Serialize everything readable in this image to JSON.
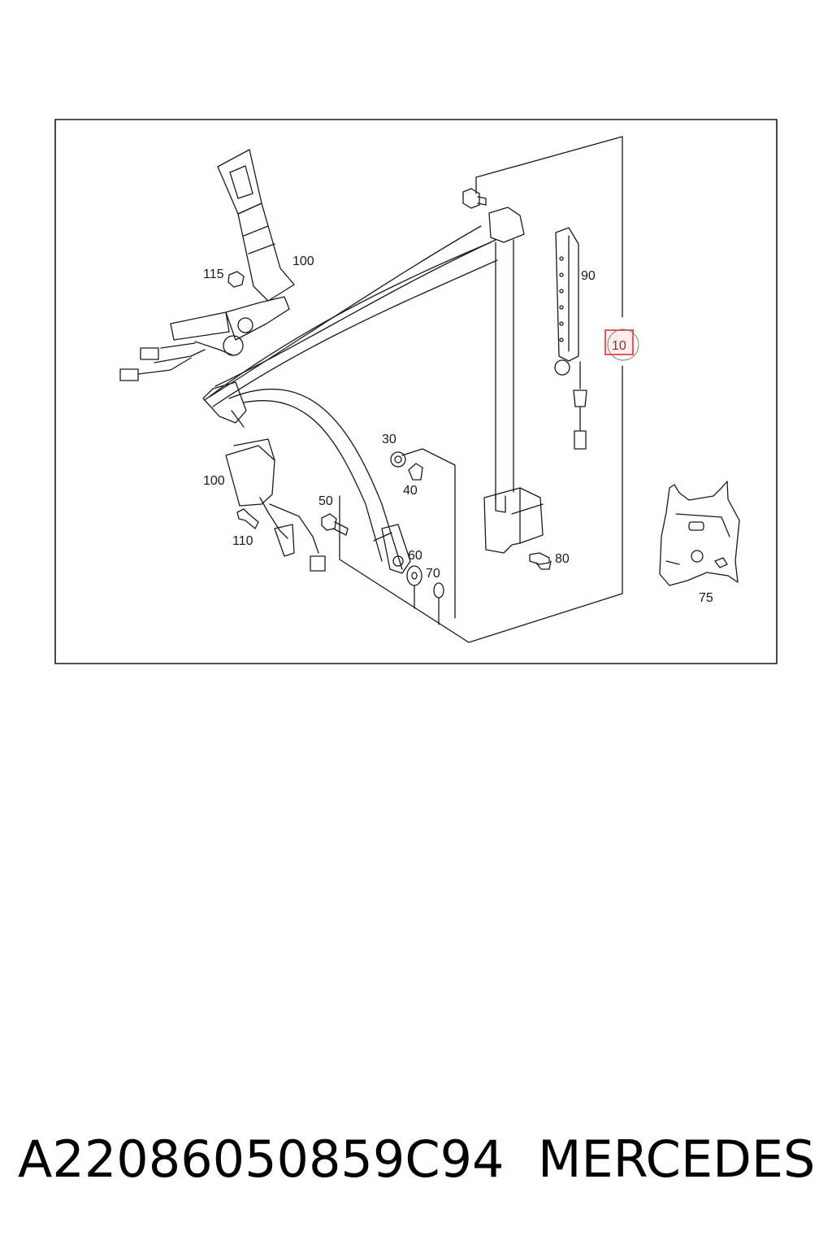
{
  "diagram": {
    "callouts": {
      "c115": "115",
      "c100a": "100",
      "c90": "90",
      "c10": "10",
      "c30": "30",
      "c40": "40",
      "c100b": "100",
      "c50": "50",
      "c110": "110",
      "c60": "60",
      "c70": "70",
      "c80": "80",
      "c75": "75"
    },
    "highlight_color": "#e03030",
    "line_color": "#1a1a1a"
  },
  "footer": {
    "part_number": "A22086050859C94",
    "brand": "MERCEDES"
  }
}
